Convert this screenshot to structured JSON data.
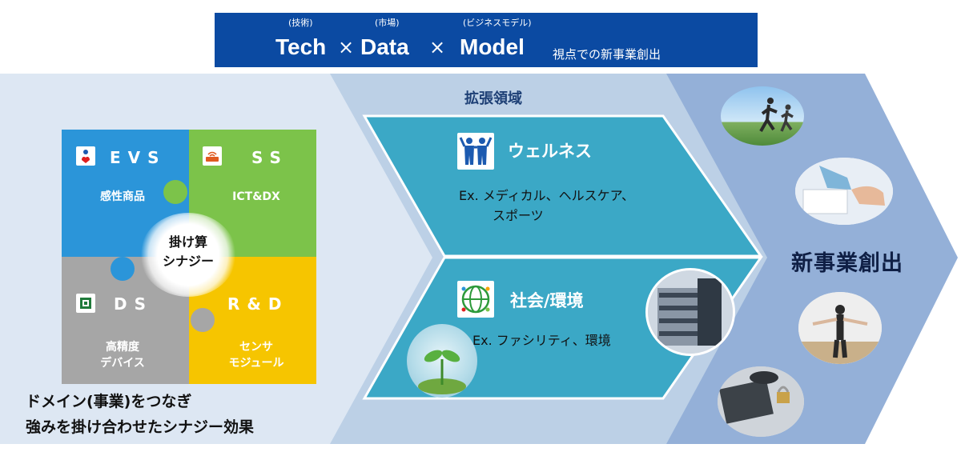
{
  "header": {
    "ruby_tech": "(技術)",
    "ruby_data": "(市場)",
    "ruby_model": "(ビジネスモデル)",
    "tech": "Tech",
    "data": "Data",
    "model": "Model",
    "times": "×",
    "subtitle": "視点での新事業創出"
  },
  "puzzle": {
    "evs": {
      "title": "EVS",
      "sub": "感性商品"
    },
    "ss": {
      "title": "SS",
      "sub": "ICT&DX"
    },
    "ds": {
      "title": "DS",
      "sub_line1": "高精度",
      "sub_line2": "デバイス"
    },
    "rd": {
      "title": "R&D",
      "sub_line1": "センサ",
      "sub_line2": "モジュール"
    },
    "synergy_line1": "掛け算",
    "synergy_line2": "シナジー"
  },
  "bottom_text": {
    "line1": "ドメイン(事業)をつなぎ",
    "line2": "強みを掛け合わせたシナジー効果"
  },
  "expansion": {
    "title": "拡張領域",
    "wellness": {
      "title": "ウェルネス",
      "ex_line1": "Ex. メディカル、ヘルスケア、",
      "ex_line2": "スポーツ"
    },
    "society": {
      "title": "社会/環境",
      "ex_line1": "Ex. ファシリティ、環境"
    }
  },
  "new_business": {
    "title": "新事業創出"
  },
  "colors": {
    "banner": "#0b4aa2",
    "evs": "#2b95d9",
    "ss": "#7cc34a",
    "ds": "#a6a6a6",
    "rd": "#f6c500",
    "card": "#3ba8c6",
    "left_panel": "#dde7f3",
    "middle_chevron": "#bcd0e6",
    "right_chevron": "#94b0d8"
  }
}
